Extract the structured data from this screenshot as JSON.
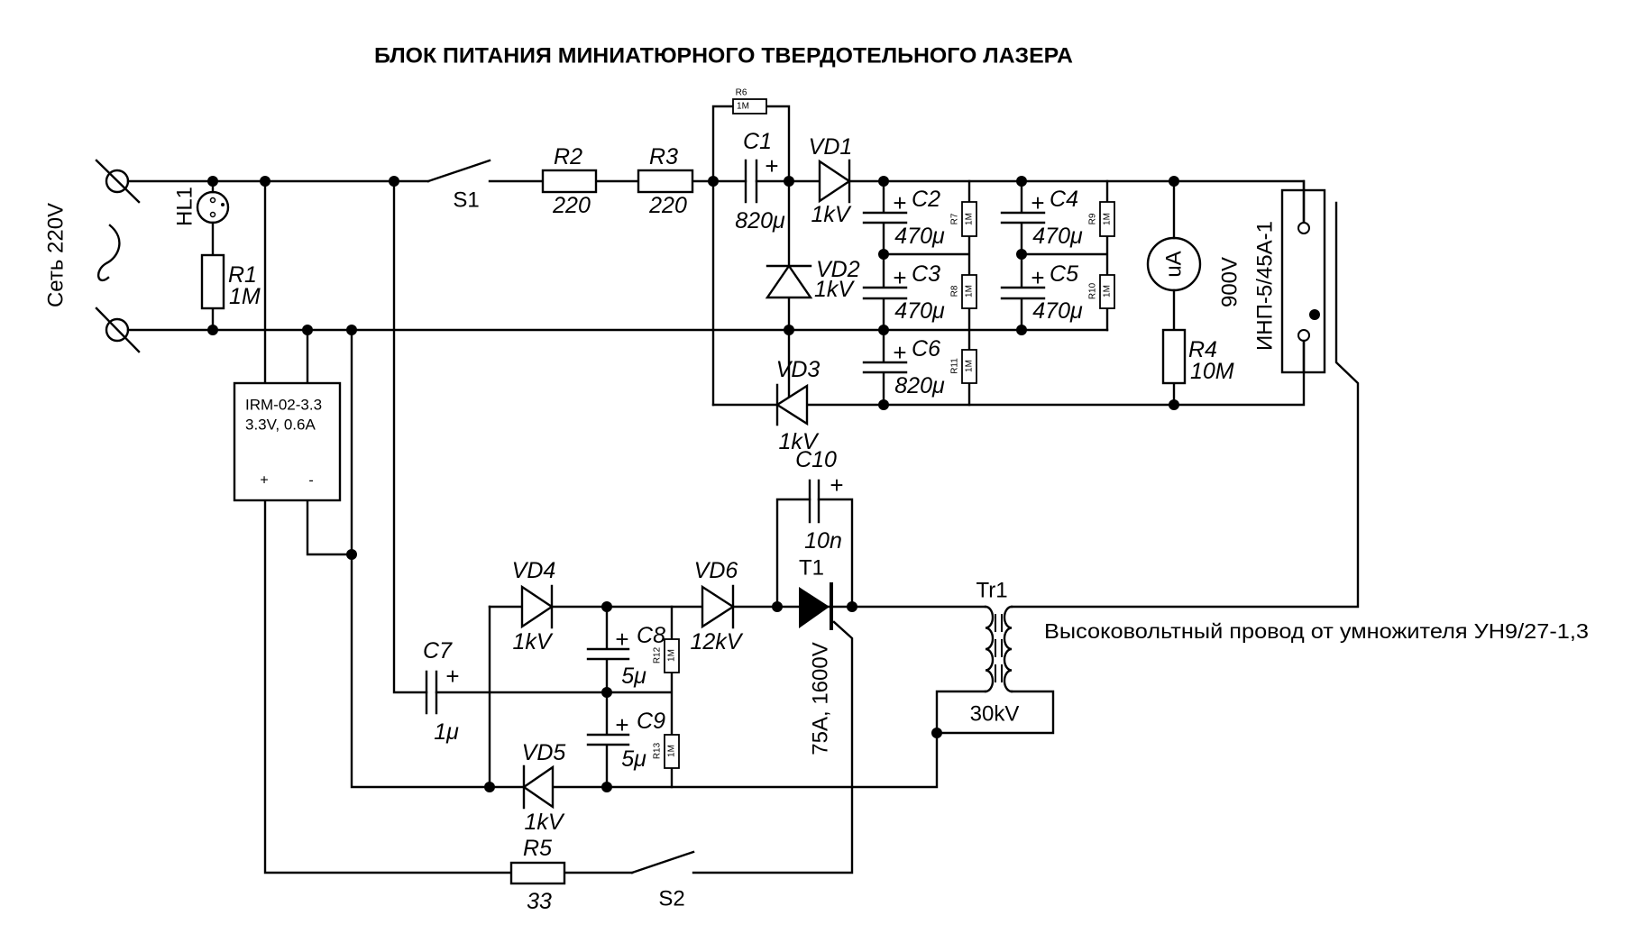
{
  "title": "БЛОК ПИТАНИЯ МИНИАТЮРНОГО ТВЕРДОТЕЛЬНОГО ЛАЗЕРА",
  "mains": {
    "label": "Сеть 220V"
  },
  "psu_module": {
    "model": "IRM-02-3.3",
    "rating": "3.3V, 0.6A",
    "plus": "+",
    "minus": "-"
  },
  "components": {
    "HL1": {
      "ref": "HL1"
    },
    "R1": {
      "ref": "R1",
      "value": "1M"
    },
    "S1": {
      "ref": "S1"
    },
    "R2": {
      "ref": "R2",
      "value": "220"
    },
    "R3": {
      "ref": "R3",
      "value": "220"
    },
    "R6": {
      "ref": "R6",
      "value": "1M"
    },
    "C1": {
      "ref": "C1",
      "value": "820μ"
    },
    "VD1": {
      "ref": "VD1",
      "value": "1kV"
    },
    "VD2": {
      "ref": "VD2",
      "value": "1kV"
    },
    "VD3": {
      "ref": "VD3",
      "value": "1kV"
    },
    "C2": {
      "ref": "C2",
      "value": "470μ"
    },
    "C3": {
      "ref": "C3",
      "value": "470μ"
    },
    "C4": {
      "ref": "C4",
      "value": "470μ"
    },
    "C5": {
      "ref": "C5",
      "value": "470μ"
    },
    "C6": {
      "ref": "C6",
      "value": "820μ"
    },
    "R7": {
      "ref": "R7",
      "value": "1M"
    },
    "R8": {
      "ref": "R8",
      "value": "1M"
    },
    "R9": {
      "ref": "R9",
      "value": "1M"
    },
    "R10": {
      "ref": "R10",
      "value": "1M"
    },
    "R11": {
      "ref": "R11",
      "value": "1M"
    },
    "PA1": {
      "unit": "uA"
    },
    "R4": {
      "ref": "R4",
      "value": "10M"
    },
    "lamp": {
      "voltage": "900V",
      "type": "ИНП-5/45А-1"
    },
    "C7": {
      "ref": "C7",
      "value": "1μ"
    },
    "VD4": {
      "ref": "VD4",
      "value": "1kV"
    },
    "VD5": {
      "ref": "VD5",
      "value": "1kV"
    },
    "VD6": {
      "ref": "VD6",
      "value": "12kV"
    },
    "C8": {
      "ref": "C8",
      "value": "5μ"
    },
    "C9": {
      "ref": "C9",
      "value": "5μ"
    },
    "R12": {
      "ref": "R12",
      "value": "1M"
    },
    "R13": {
      "ref": "R13",
      "value": "1M"
    },
    "C10": {
      "ref": "C10",
      "value": "10n"
    },
    "T1": {
      "ref": "T1",
      "value": "75A, 1600V"
    },
    "Tr1": {
      "ref": "Tr1",
      "value": "30kV"
    },
    "R5": {
      "ref": "R5",
      "value": "33"
    },
    "S2": {
      "ref": "S2"
    }
  },
  "hv_note": "Высоковольтный провод от умножителя УН9/27-1,3",
  "plus_sign": "+"
}
